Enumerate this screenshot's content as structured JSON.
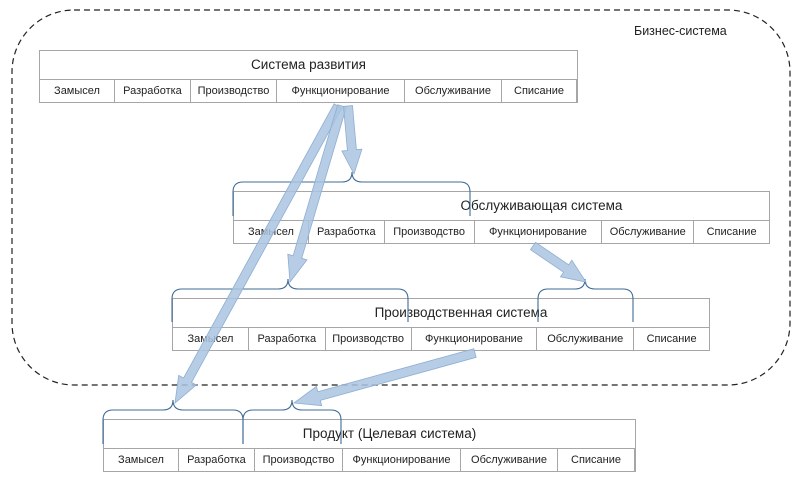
{
  "boundary": {
    "label": "Бизнес-система"
  },
  "systems": [
    {
      "id": "development",
      "title": "Система развития",
      "phases": [
        "Замысел",
        "Разработка",
        "Производство",
        "Функционирование",
        "Обслуживание",
        "Списание"
      ]
    },
    {
      "id": "service",
      "title": "Обслуживающая система",
      "phases": [
        "Замысел",
        "Разработка",
        "Производство",
        "Функционирование",
        "Обслуживание",
        "Списание"
      ]
    },
    {
      "id": "production",
      "title": "Производственная система",
      "phases": [
        "Замысел",
        "Разработка",
        "Производство",
        "Функционирование",
        "Обслуживание",
        "Списание"
      ]
    },
    {
      "id": "product",
      "title": "Продукт (Целевая система)",
      "phases": [
        "Замысел",
        "Разработка",
        "Производство",
        "Функционирование",
        "Обслуживание",
        "Списание"
      ]
    }
  ],
  "colors": {
    "arrow_fill": "#a9c4e0",
    "arrow_stroke": "#8eaed2",
    "brace": "#3f6b96",
    "border": "#a6a6a6",
    "boundary": "#222222"
  }
}
